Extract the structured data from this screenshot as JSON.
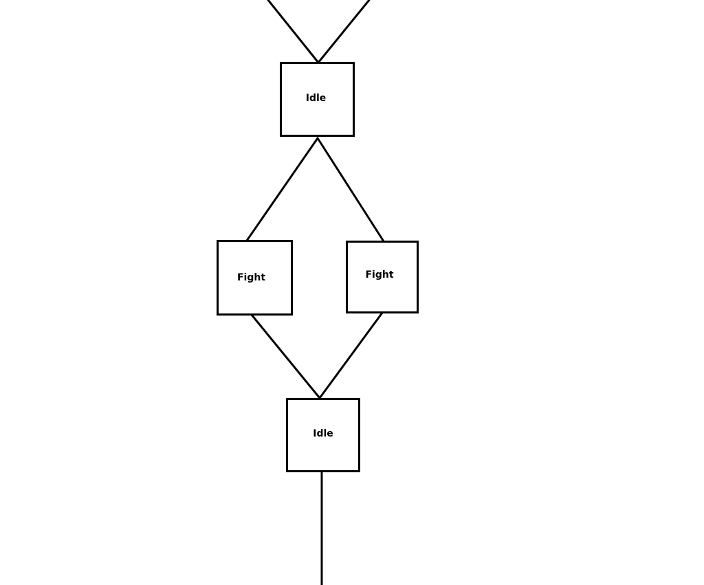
{
  "diagram": {
    "line_color": "#000000",
    "box_border_color": "#000000",
    "background_color": "#ffffff",
    "nodes": {
      "idle_top": {
        "label": "Idle"
      },
      "fight_left": {
        "label": "Fight"
      },
      "fight_right": {
        "label": "Fight"
      },
      "idle_bottom": {
        "label": "Idle"
      }
    }
  }
}
